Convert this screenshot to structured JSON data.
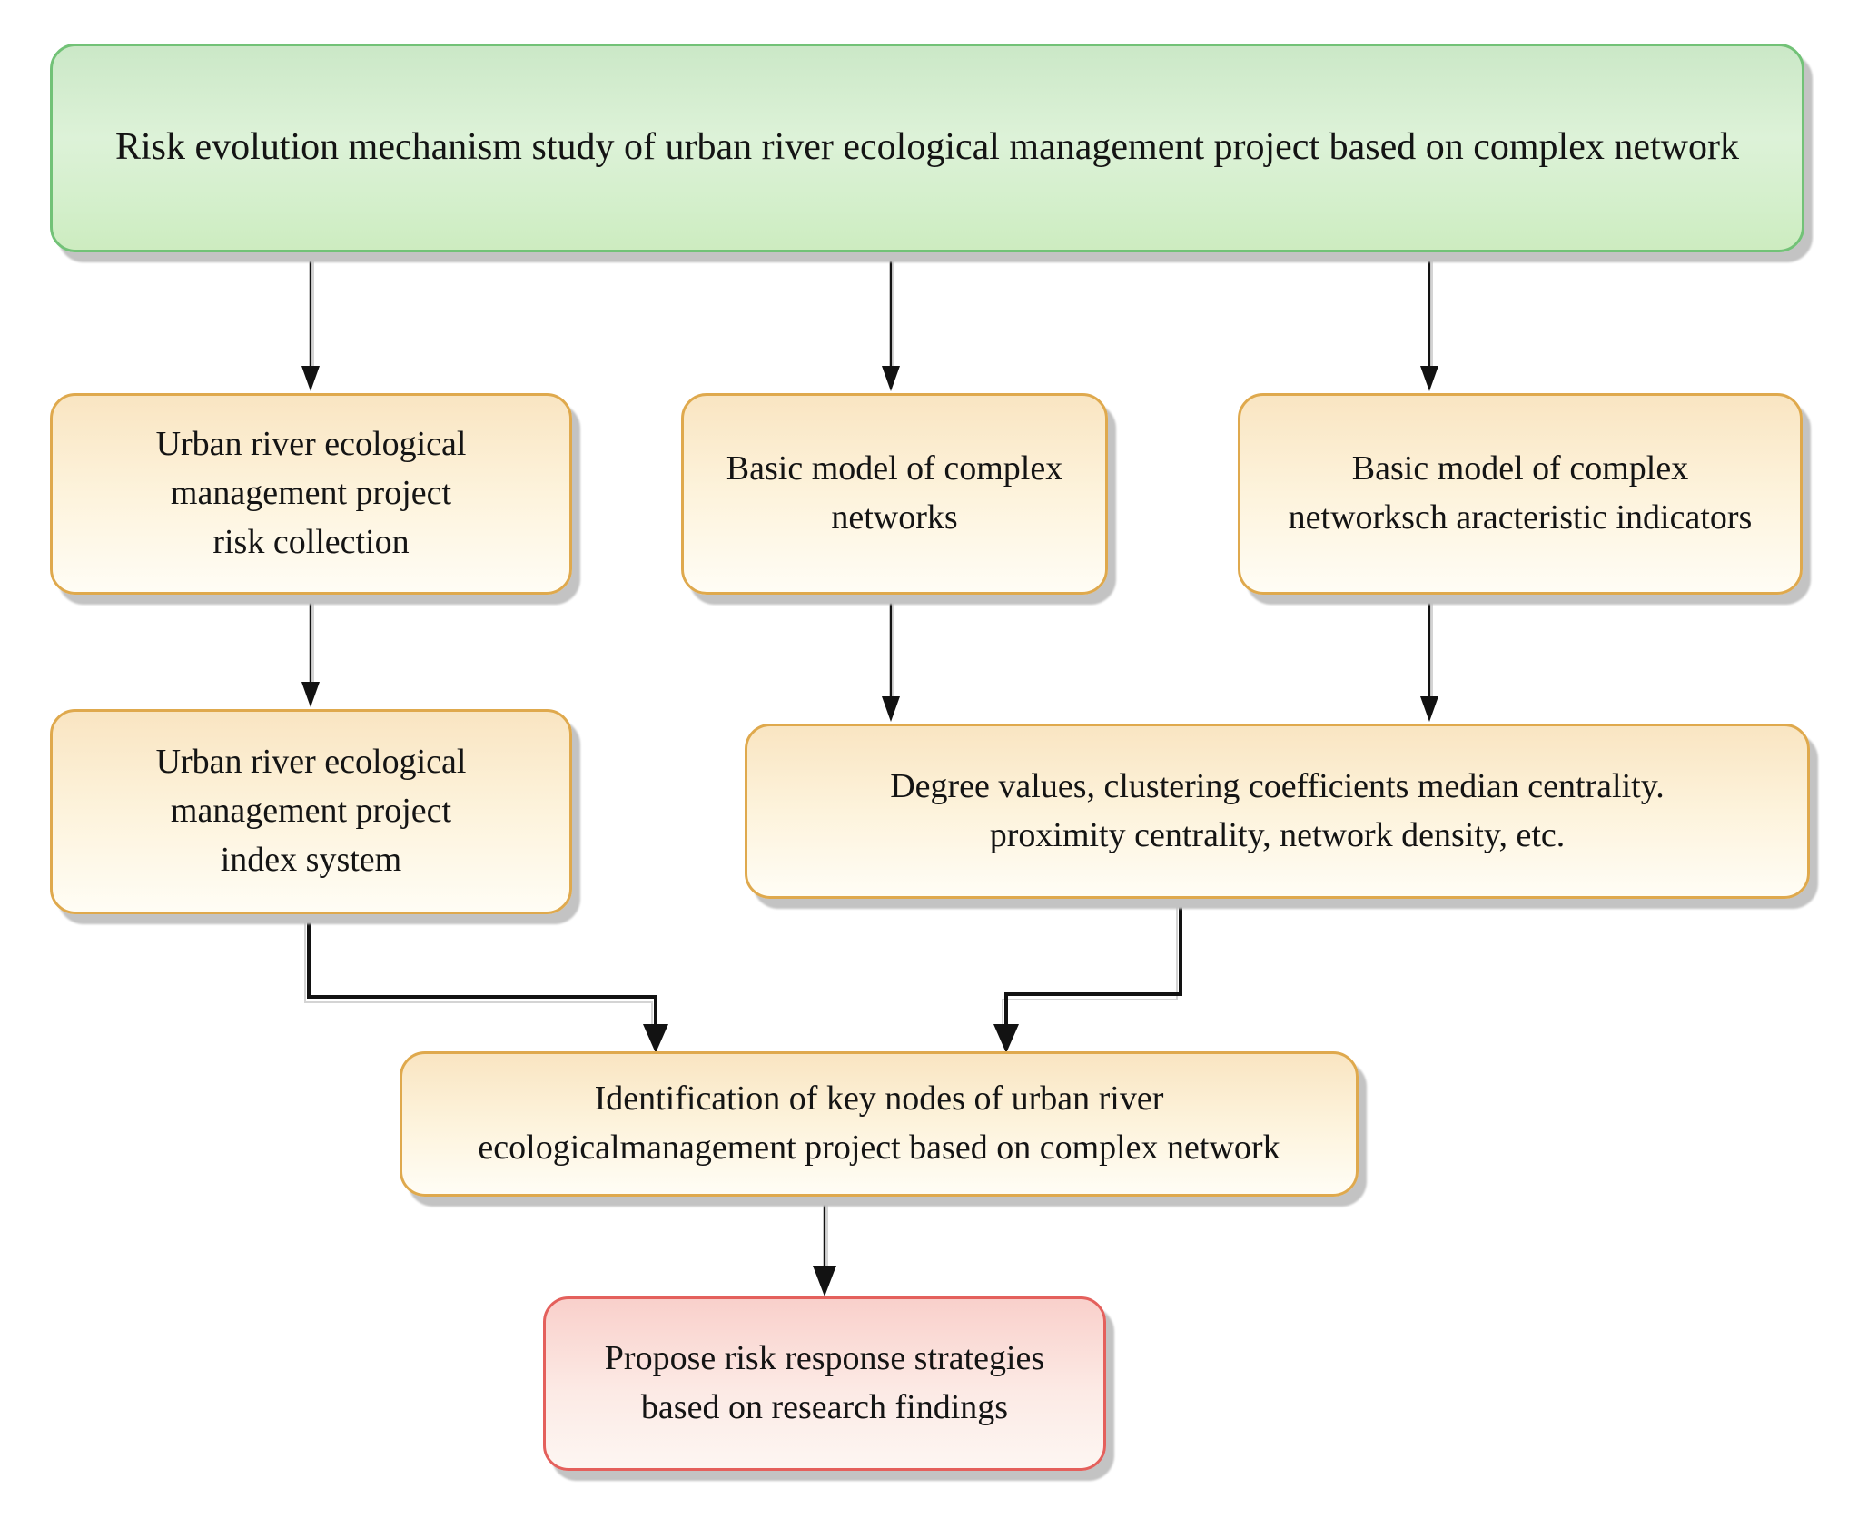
{
  "diagram": {
    "type": "flowchart",
    "background": "#ffffff",
    "palette": {
      "start_fill_top": "#cbe8c7",
      "start_fill_bottom": "#cdecc0",
      "start_border": "#72c277",
      "process_fill_top": "#f9e5c2",
      "process_fill_bottom": "#fffdf5",
      "process_border": "#dfa94d",
      "end_fill_top": "#f9d0cb",
      "end_fill_bottom": "#fdf6f2",
      "end_border": "#e4605c",
      "arrow_color": "#121212",
      "shadow_color": "#c3c3c3",
      "text_color": "#141414"
    }
  },
  "nodes": {
    "root": {
      "label": "Risk evolution mechanism study of urban river ecological management project based on complex network",
      "kind": "start"
    },
    "risk_collection": {
      "label": "Urban river ecological\nmanagement project\nrisk collection",
      "kind": "process"
    },
    "basic_model": {
      "label": "Basic model of complex\nnetworks",
      "kind": "process"
    },
    "characteristic_indicators": {
      "label": "Basic model of complex\nnetworksch aracteristic indicators",
      "kind": "process"
    },
    "index_system": {
      "label": "Urban river ecological\nmanagement project\nindex system",
      "kind": "process"
    },
    "indicator_values": {
      "label": "Degree values, clustering coefficients median centrality.\nproximity centrality, network density, etc.",
      "kind": "process"
    },
    "key_nodes": {
      "label": "Identification of key nodes of urban river\necologicalmanagement project based on complex network",
      "kind": "process"
    },
    "strategies": {
      "label": "Propose risk response strategies\nbased on research findings",
      "kind": "end"
    }
  },
  "edges": [
    {
      "from": "root",
      "to": "risk_collection"
    },
    {
      "from": "root",
      "to": "basic_model"
    },
    {
      "from": "root",
      "to": "characteristic_indicators"
    },
    {
      "from": "risk_collection",
      "to": "index_system"
    },
    {
      "from": "basic_model",
      "to": "indicator_values"
    },
    {
      "from": "characteristic_indicators",
      "to": "indicator_values"
    },
    {
      "from": "index_system",
      "to": "key_nodes"
    },
    {
      "from": "indicator_values",
      "to": "key_nodes"
    },
    {
      "from": "key_nodes",
      "to": "strategies"
    }
  ]
}
